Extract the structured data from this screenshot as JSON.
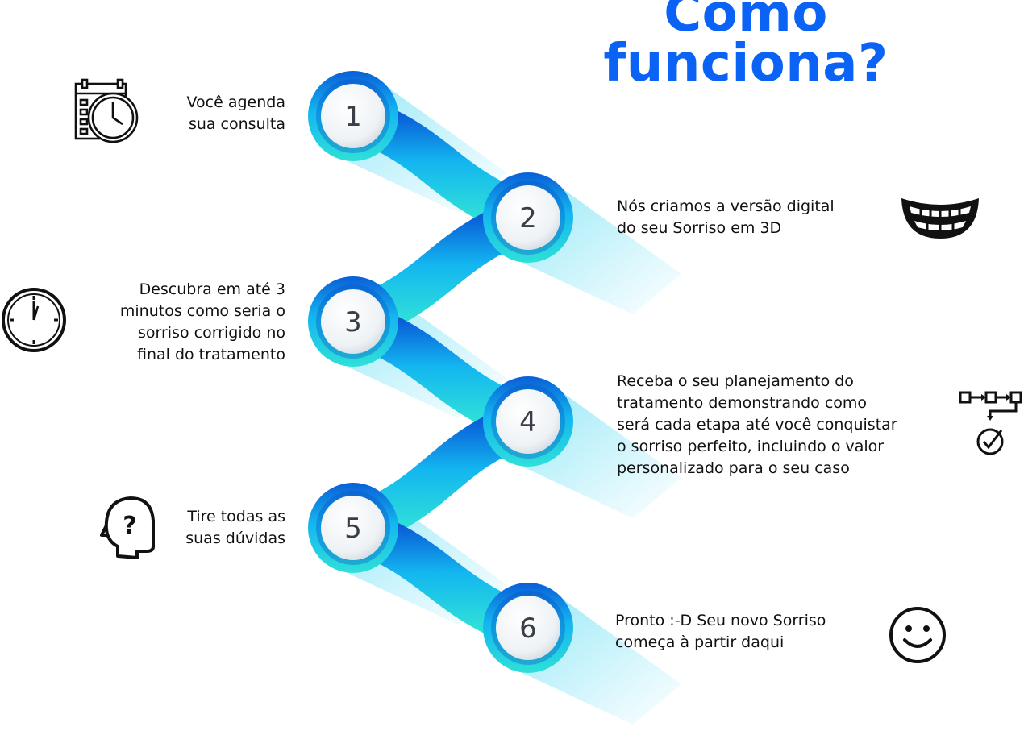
{
  "title": {
    "line1": "Como",
    "line2": "funciona?"
  },
  "steps": [
    {
      "number": "1",
      "text": "Você agenda\nsua consulta",
      "icon": "calendar-clock-icon"
    },
    {
      "number": "2",
      "text": "Nós criamos a versão digital\ndo seu Sorriso em 3D",
      "icon": "smile-teeth-icon"
    },
    {
      "number": "3",
      "text": "Descubra em até 3\nminutos como seria o\nsorriso corrigido no\nfinal do tratamento",
      "icon": "clock-icon"
    },
    {
      "number": "4",
      "text": "Receba o seu planejamento do\ntratamento demonstrando como\nserá cada etapa até você conquistar\no sorriso perfeito, incluindo o valor\npersonalizado para o seu caso",
      "icon": "workflow-check-icon"
    },
    {
      "number": "5",
      "text": "Tire todas as\nsuas dúvidas",
      "icon": "head-question-icon"
    },
    {
      "number": "6",
      "text": "Pronto :-D Seu novo Sorriso\ncomeça à partir daqui",
      "icon": "smiley-face-icon"
    }
  ],
  "colors": {
    "title": "#0b63f6",
    "gradient_top": "#0a5fd8",
    "gradient_mid": "#13b6f0",
    "gradient_bottom": "#2fe0d8"
  }
}
